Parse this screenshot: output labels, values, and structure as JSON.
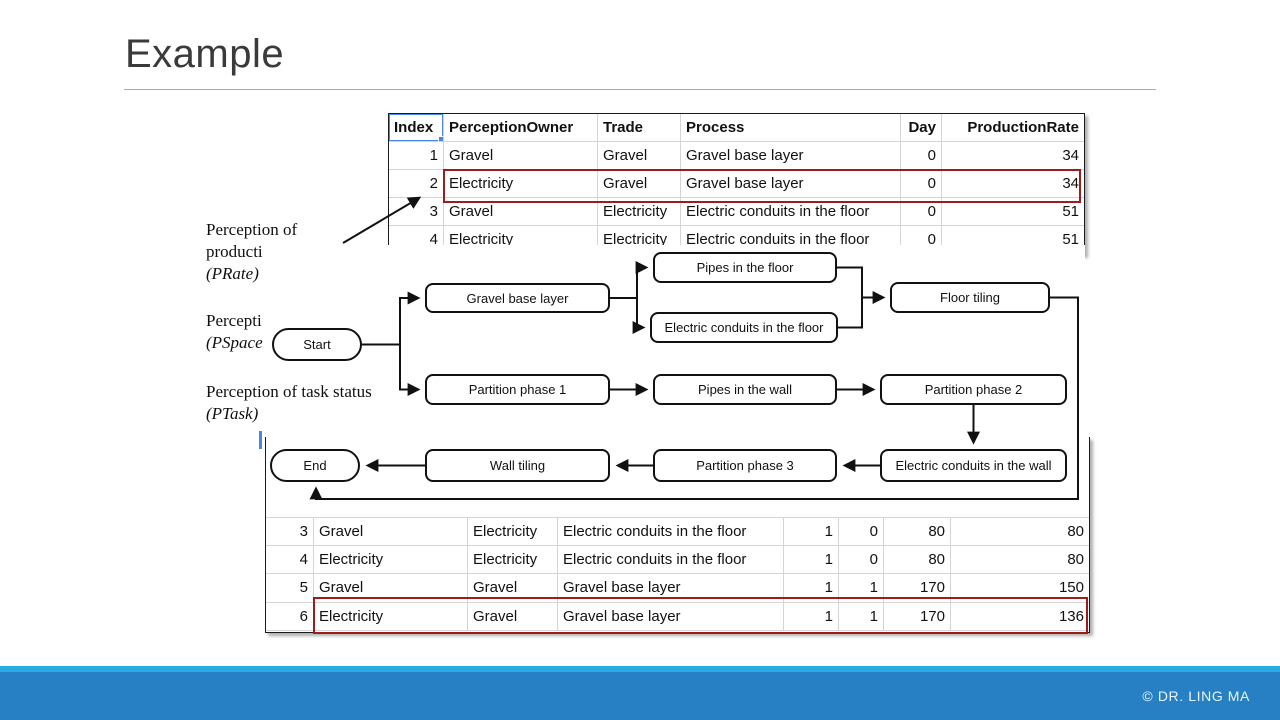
{
  "slide": {
    "title": "Example"
  },
  "annotations": {
    "prate": {
      "line1": "Perception of",
      "line2": "producti",
      "code": "(PRate)"
    },
    "pspace": {
      "line1": "Percepti",
      "code": "(PSpace"
    },
    "ptask": {
      "line1": "Perception of task status",
      "code": "(PTask)"
    }
  },
  "top_table": {
    "headers": [
      "Index",
      "PerceptionOwner",
      "Trade",
      "Process",
      "Day",
      "ProductionRate"
    ],
    "selected_header": "Index",
    "rows": [
      [
        "1",
        "Gravel",
        "Gravel",
        "Gravel base layer",
        "0",
        "34"
      ],
      [
        "2",
        "Electricity",
        "Gravel",
        "Gravel base layer",
        "0",
        "34"
      ],
      [
        "3",
        "Gravel",
        "Electricity",
        "Electric conduits in the floor",
        "0",
        "51"
      ],
      [
        "4",
        "Electricity",
        "Electricity",
        "Electric conduits in the floor",
        "0",
        "51"
      ]
    ],
    "highlighted_row": "2"
  },
  "bottom_table": {
    "rows": [
      [
        "3",
        "Gravel",
        "Electricity",
        "Electric conduits in the floor",
        "1",
        "0",
        "80",
        "80"
      ],
      [
        "4",
        "Electricity",
        "Electricity",
        "Electric conduits in the floor",
        "1",
        "0",
        "80",
        "80"
      ],
      [
        "5",
        "Gravel",
        "Gravel",
        "Gravel base layer",
        "1",
        "1",
        "170",
        "150"
      ],
      [
        "6",
        "Electricity",
        "Gravel",
        "Gravel base layer",
        "1",
        "1",
        "170",
        "136"
      ]
    ],
    "highlighted_row": "6"
  },
  "flowchart": {
    "start_label": "Start",
    "end_label": "End",
    "nodes": [
      "Gravel base layer",
      "Pipes in the floor",
      "Electric conduits in the floor",
      "Floor tiling",
      "Partition phase 1",
      "Pipes in the wall",
      "Partition phase 2",
      "Electric conduits in the wall",
      "Partition phase 3",
      "Wall tiling"
    ]
  },
  "footer": {
    "copyright": "© DR. LING MA"
  },
  "colors": {
    "highlight_red": "#9D1D1D",
    "selection_blue": "#4A86E8",
    "footer_stripe_blue": "#29ACE3",
    "footer_bar_blue": "#2780C3",
    "title_gray": "#3A3A3A"
  }
}
